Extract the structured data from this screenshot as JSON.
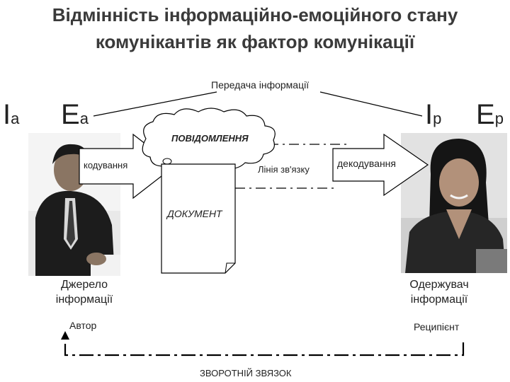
{
  "title": {
    "line1": "Відмінність інформаційно-емоційного стану",
    "line2": "комунікантів як фактор комунікації"
  },
  "top_label": "Передача інформації",
  "sender_symbols": {
    "I": "I",
    "I_sub": "a",
    "E": "E",
    "E_sub": "a"
  },
  "receiver_symbols": {
    "I": "I",
    "I_sub": "p",
    "E": "E",
    "E_sub": "p"
  },
  "cloud_label": "ПОВІДОМЛЕННЯ",
  "encode_label": "кодування",
  "decode_label": "декодування",
  "channel_label": "Лінія зв'язку",
  "document_label": "ДОКУМЕНТ",
  "sender": {
    "line1": "Джерело",
    "line2": "інформації",
    "role": "Автор"
  },
  "receiver": {
    "line1": "Одержувач",
    "line2": "інформації",
    "role": "Реципієнт"
  },
  "feedback_label": "ЗВОРОТНІЙ ЗВЯЗОК",
  "colors": {
    "title": "#3a3a3a",
    "line": "#000000",
    "arrow_fill": "#ffffff"
  }
}
